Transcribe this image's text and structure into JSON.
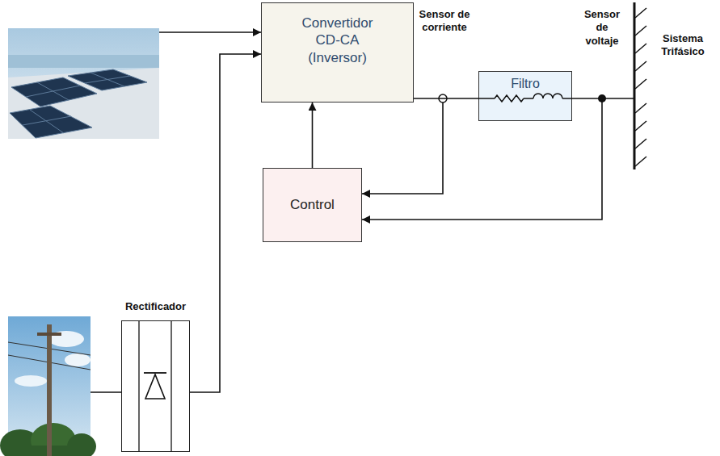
{
  "diagram": {
    "nodes": [
      {
        "text": [
          "Convertidor CD-CA (Inversor)"
        ]
      },
      {
        "text": [
          "Filtro"
        ]
      },
      {
        "text": [
          "Control"
        ]
      },
      {
        "text": [
          "Rectificador"
        ]
      }
    ],
    "edges": [
      {
        "from": 3,
        "to": 0,
        "arrow": "to"
      },
      {
        "from": 2,
        "to": 0,
        "arrow": "to"
      },
      {
        "from": 0,
        "to": 1,
        "arrow": "none"
      }
    ],
    "labels": [
      "Sensor de corriente",
      "Sensor de voltaje",
      "Sistema Trifásico"
    ]
  }
}
